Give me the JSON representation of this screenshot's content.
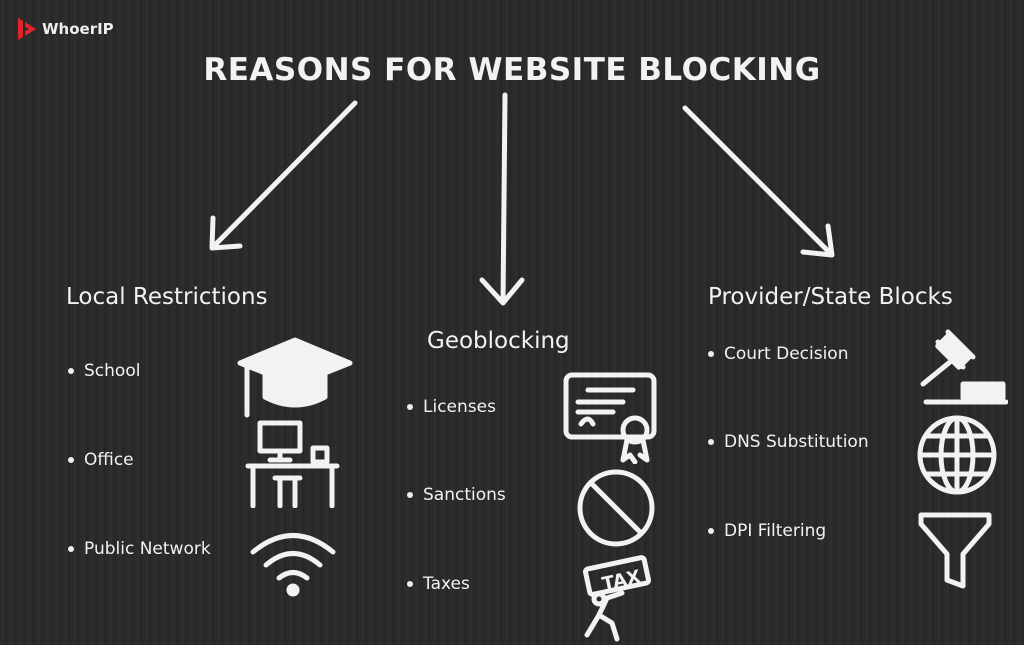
{
  "brand": {
    "name": "WhoerIP",
    "color": "#e0242c"
  },
  "title": "REASONS FOR WEBSITE BLOCKING",
  "columns": [
    {
      "heading": "Local Restrictions",
      "items": [
        {
          "label": "School",
          "icon": "graduation-cap-icon"
        },
        {
          "label": "Office",
          "icon": "desk-computer-icon"
        },
        {
          "label": "Public Network",
          "icon": "wifi-icon"
        }
      ]
    },
    {
      "heading": "Geoblocking",
      "items": [
        {
          "label": "Licenses",
          "icon": "certificate-icon"
        },
        {
          "label": "Sanctions",
          "icon": "prohibited-icon"
        },
        {
          "label": "Taxes",
          "icon": "tax-burden-icon"
        }
      ]
    },
    {
      "heading": "Provider/State Blocks",
      "items": [
        {
          "label": "Court Decision",
          "icon": "gavel-icon"
        },
        {
          "label": "DNS Substitution",
          "icon": "globe-icon"
        },
        {
          "label": "DPI Filtering",
          "icon": "funnel-icon"
        }
      ]
    }
  ],
  "tax_label": "TAX"
}
